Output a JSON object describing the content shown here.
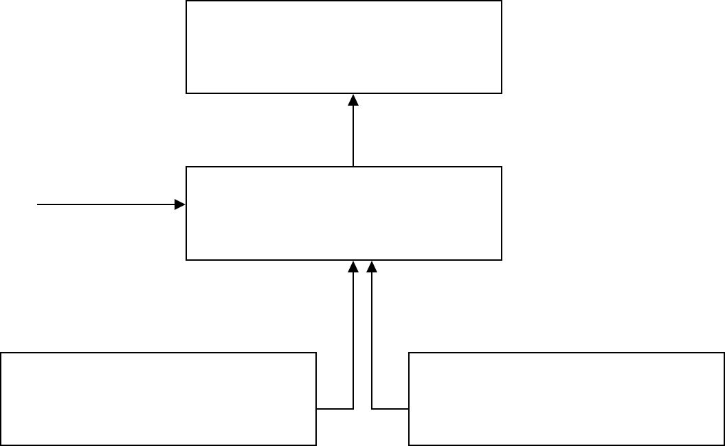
{
  "diagram": {
    "boxes": [
      {
        "id": "top",
        "text": ""
      },
      {
        "id": "middle",
        "text": ""
      },
      {
        "id": "bottom-left",
        "text": ""
      },
      {
        "id": "bottom-right",
        "text": ""
      }
    ],
    "connections": [
      {
        "from": "middle",
        "to": "top"
      },
      {
        "from": "external-input",
        "to": "middle"
      },
      {
        "from": "bottom-left",
        "to": "middle"
      },
      {
        "from": "bottom-right",
        "to": "middle"
      }
    ],
    "colors": {
      "stroke": "#000000",
      "background": "#ffffff"
    }
  }
}
